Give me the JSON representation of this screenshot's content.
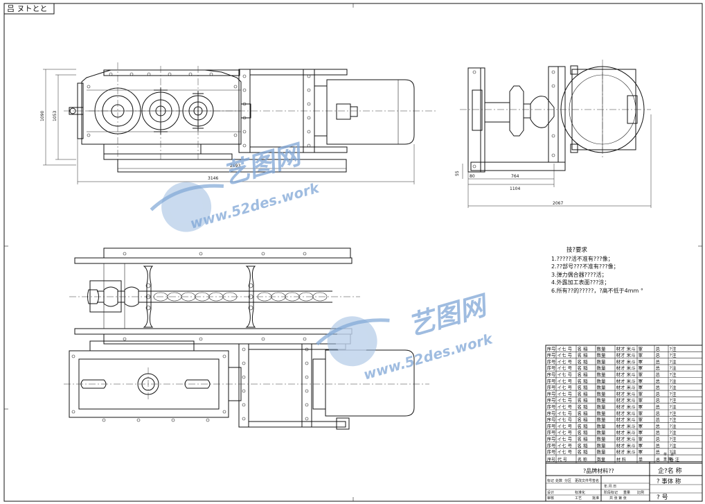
{
  "corner_label": "吕 ヌトとと",
  "dimensions": {
    "height_outer": "1090",
    "height_inner": "1053",
    "length_mid": "2693",
    "length_total": "3146",
    "side_small": "55",
    "side_a": "80",
    "side_b": "764",
    "side_c": "1104",
    "side_total": "2067"
  },
  "notes": {
    "title": "技?要求",
    "items": [
      "1.?????活不准有???像；",
      "2.??部号???不准有???像；",
      "3.弹力偶合器????活；",
      "4.外露加工表面???涂；",
      "6.所有??的?????，?高不低于4mm °"
    ]
  },
  "watermark": {
    "brand": "艺图网",
    "url": "www.52des.work"
  },
  "title_block": {
    "parts_header": [
      "序号",
      "代 号",
      "名 称",
      "数量",
      "材 料",
      "单",
      "总",
      "备 注"
    ],
    "parts_row_cells": [
      "序号",
      "イ七 号",
      "名 稲",
      "数量",
      "材才 米斗",
      "軍",
      "总",
      "?注"
    ],
    "parts_row_count": 17,
    "weight_label_a": "单",
    "weight_label_b": "总",
    "weight_label_c": "重 量",
    "material_label": "?品牌材料??",
    "company": "企?名 称",
    "drawing_name": "? 事体 称",
    "drawing_no": "? 号",
    "rev_labels": [
      "标记",
      "处数",
      "分区",
      "更改文件号",
      "签名",
      "年.月.日"
    ],
    "design_labels": [
      "设计",
      "标准化",
      "阶段标记",
      "重量",
      "比例"
    ],
    "review_labels": [
      "审核",
      "工艺",
      "批准"
    ],
    "sheet_label": "共 张 第 张"
  }
}
